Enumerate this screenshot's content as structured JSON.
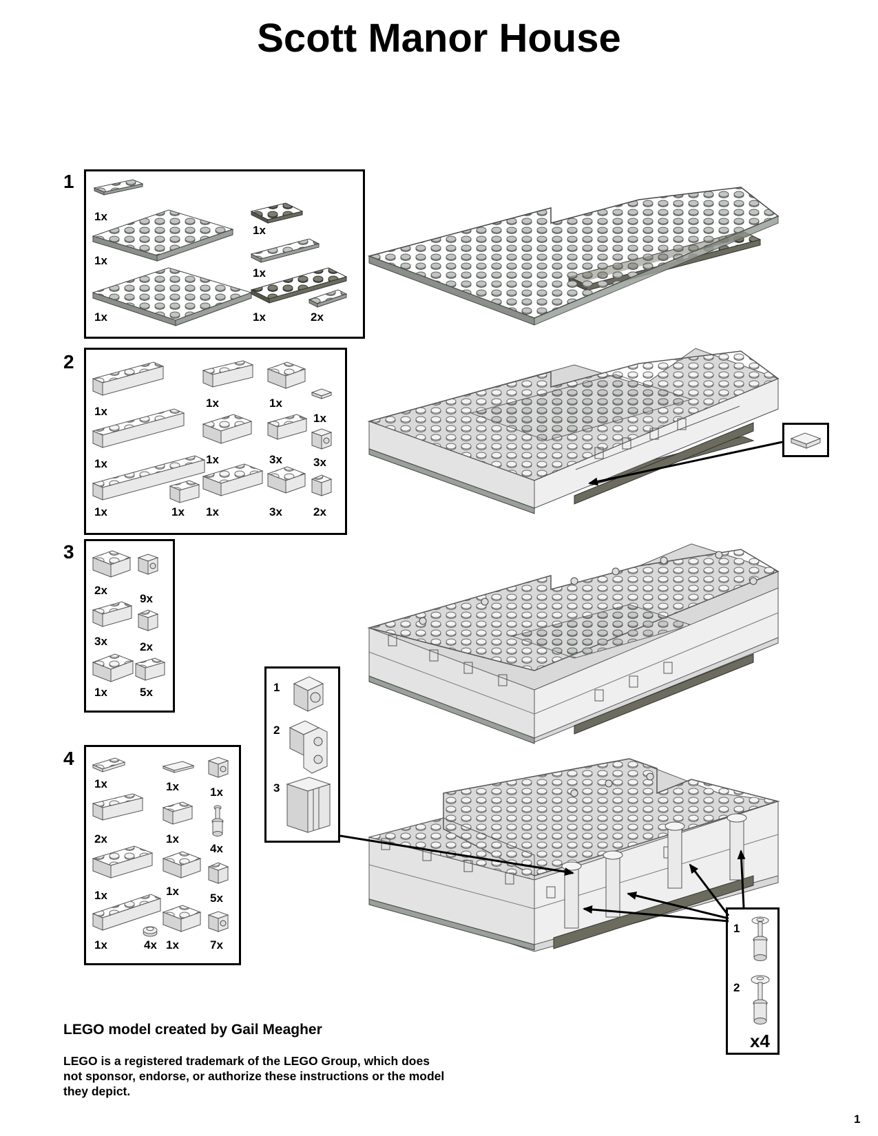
{
  "title": "Scott Manor House",
  "colors": {
    "light_gray": "#e6e6e6",
    "medium_gray": "#9aa09a",
    "dark_gray": "#6b6b5e",
    "outline": "#555555"
  },
  "steps": [
    {
      "number": "1",
      "parts": [
        {
          "qty": "1x",
          "icon": "plate-1x4-medium-gray"
        },
        {
          "qty": "1x",
          "icon": "plate-6x6-medium-gray"
        },
        {
          "qty": "1x",
          "icon": "plate-6x8-medium-gray"
        },
        {
          "qty": "1x",
          "icon": "plate-2x4-dark-gray"
        },
        {
          "qty": "1x",
          "icon": "plate-1x6-medium-gray"
        },
        {
          "qty": "1x",
          "icon": "plate-2x8-dark-gray"
        },
        {
          "qty": "2x",
          "icon": "plate-1x4-medium-gray"
        }
      ]
    },
    {
      "number": "2",
      "parts": [
        {
          "qty": "1x",
          "icon": "brick-1x6-light-gray"
        },
        {
          "qty": "1x",
          "icon": "brick-1x8-light-gray"
        },
        {
          "qty": "1x",
          "icon": "brick-1x10-light-gray"
        },
        {
          "qty": "1x",
          "icon": "brick-1x2-light-gray"
        },
        {
          "qty": "1x",
          "icon": "brick-1x4-light-gray"
        },
        {
          "qty": "1x",
          "icon": "brick-2x3-light-gray"
        },
        {
          "qty": "1x",
          "icon": "brick-2x4-light-gray"
        },
        {
          "qty": "1x",
          "icon": "brick-2x2-light-gray"
        },
        {
          "qty": "3x",
          "icon": "brick-1x3-light-gray"
        },
        {
          "qty": "3x",
          "icon": "brick-2x2-light-gray"
        },
        {
          "qty": "1x",
          "icon": "tile-1x1-light-gray"
        },
        {
          "qty": "3x",
          "icon": "brick-1x1-side-stud"
        },
        {
          "qty": "2x",
          "icon": "brick-1x1-light-gray"
        }
      ]
    },
    {
      "number": "3",
      "parts": [
        {
          "qty": "2x",
          "icon": "brick-2x2-light-gray"
        },
        {
          "qty": "9x",
          "icon": "brick-1x1-side-stud"
        },
        {
          "qty": "3x",
          "icon": "brick-1x3-light-gray"
        },
        {
          "qty": "2x",
          "icon": "brick-1x1-light-gray"
        },
        {
          "qty": "1x",
          "icon": "brick-2x3-light-gray"
        },
        {
          "qty": "5x",
          "icon": "brick-1x2-light-gray"
        }
      ]
    },
    {
      "number": "4",
      "parts": [
        {
          "qty": "1x",
          "icon": "plate-1x3-light-gray"
        },
        {
          "qty": "2x",
          "icon": "brick-1x4-light-gray"
        },
        {
          "qty": "1x",
          "icon": "brick-2x4-light-gray"
        },
        {
          "qty": "1x",
          "icon": "brick-1x8-light-gray"
        },
        {
          "qty": "1x",
          "icon": "tile-1x2-light-gray"
        },
        {
          "qty": "1x",
          "icon": "brick-1x2-light-gray"
        },
        {
          "qty": "1x",
          "icon": "brick-2x2-light-gray"
        },
        {
          "qty": "1x",
          "icon": "brick-2x2-light-gray"
        },
        {
          "qty": "4x",
          "icon": "round-plate-1x1"
        },
        {
          "qty": "1x",
          "icon": "brick-1x1-side-stud"
        },
        {
          "qty": "4x",
          "icon": "bar-holder-column"
        },
        {
          "qty": "5x",
          "icon": "brick-1x1-light-gray"
        },
        {
          "qty": "7x",
          "icon": "brick-1x1-side-stud"
        }
      ]
    }
  ],
  "callout_subassembly": {
    "steps": [
      "1",
      "2",
      "3"
    ]
  },
  "callout_column": {
    "steps": [
      "1",
      "2"
    ],
    "multiplier": "x4"
  },
  "credit": "LEGO model created by Gail Meagher",
  "legal": "LEGO is a registered trademark of the LEGO Group, which does not sponsor, endorse, or authorize these instructions or the model they depict.",
  "page_number": "1"
}
